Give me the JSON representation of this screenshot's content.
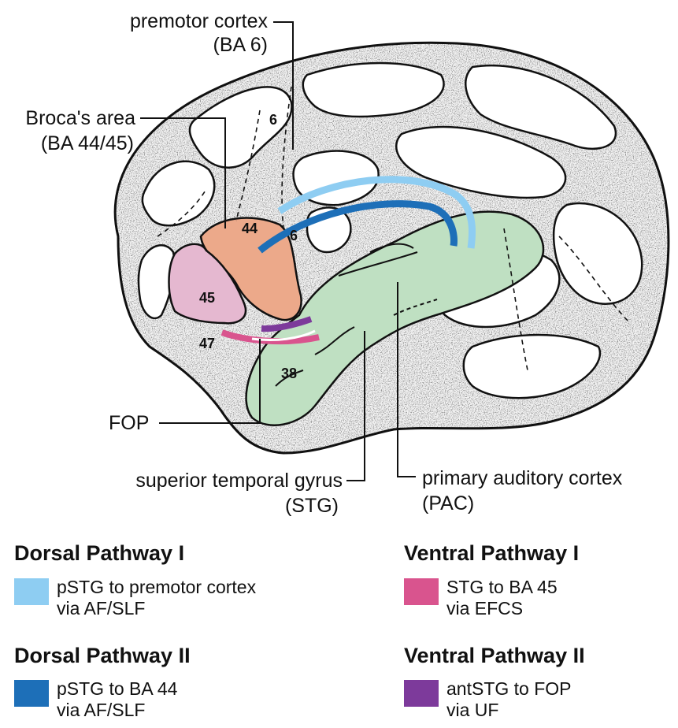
{
  "labels": {
    "premotor_cortex": "premotor cortex",
    "premotor_ba": "(BA 6)",
    "broca_area": "Broca's area",
    "broca_ba": "(BA 44/45)",
    "fop": "FOP",
    "stg": "superior temporal gyrus",
    "stg_abbr": "(STG)",
    "pac": "primary auditory cortex",
    "pac_abbr": "(PAC)"
  },
  "area_numbers": {
    "ba6_upper": "6",
    "ba6_lower": "6",
    "ba44": "44",
    "ba45": "45",
    "ba47": "47",
    "ba38": "38"
  },
  "region_colors": {
    "ba44": "#ECA98A",
    "ba45": "#E5B8D0",
    "temporal": "#BFE0C2"
  },
  "legend": {
    "dorsal_1": {
      "title": "Dorsal Pathway I",
      "line1": "pSTG to premotor cortex",
      "line2": "via AF/SLF",
      "color": "#8ECDF2"
    },
    "dorsal_2": {
      "title": "Dorsal Pathway II",
      "line1": "pSTG to BA 44",
      "line2": "via AF/SLF",
      "color": "#1D6FB8"
    },
    "ventral_1": {
      "title": "Ventral Pathway I",
      "line1": "STG to BA 45",
      "line2": "via EFCS",
      "color": "#D9548E"
    },
    "ventral_2": {
      "title": "Ventral Pathway II",
      "line1": "antSTG to FOP",
      "line2": "via UF",
      "color": "#7D3A9B"
    }
  }
}
